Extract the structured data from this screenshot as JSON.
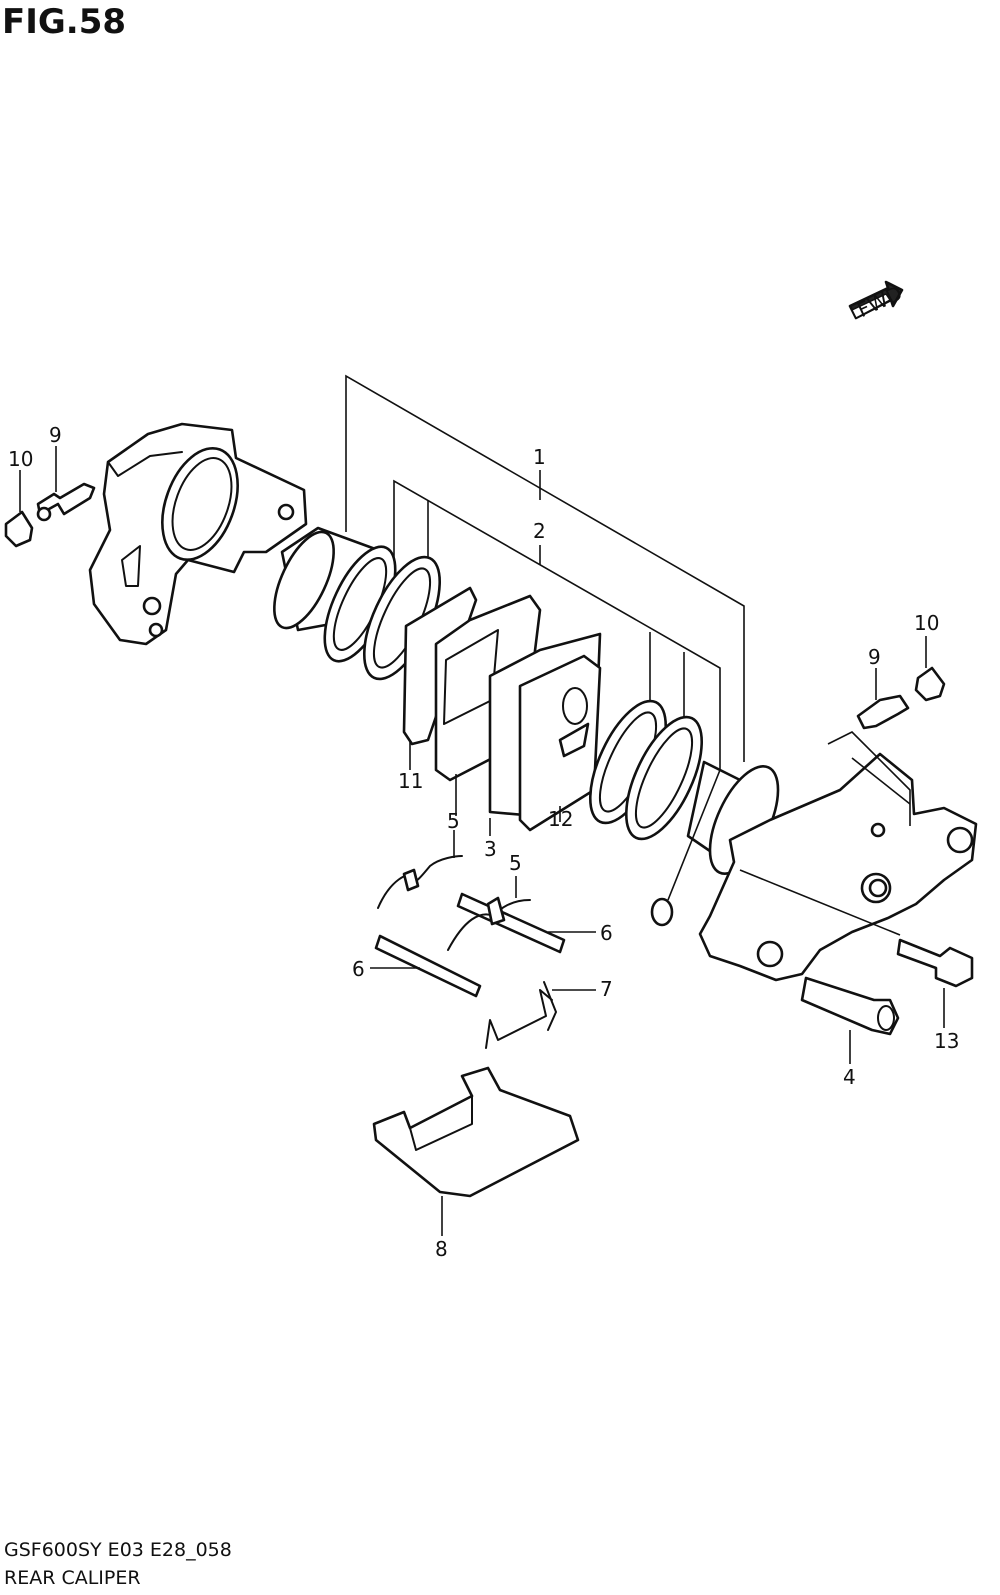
{
  "figure": {
    "title": "FIG.58",
    "model_code": "GSF600SY E03 E28_058",
    "caption": "REAR CALIPER",
    "direction_badge": "FWD"
  },
  "callouts": {
    "c1": "1",
    "c2": "2",
    "c3": "3",
    "c4": "4",
    "c5a": "5",
    "c5b": "5",
    "c6a": "6",
    "c6b": "6",
    "c7": "7",
    "c8": "8",
    "c9a": "9",
    "c9b": "9",
    "c10a": "10",
    "c10b": "10",
    "c11": "11",
    "c12": "12",
    "c13": "13"
  }
}
